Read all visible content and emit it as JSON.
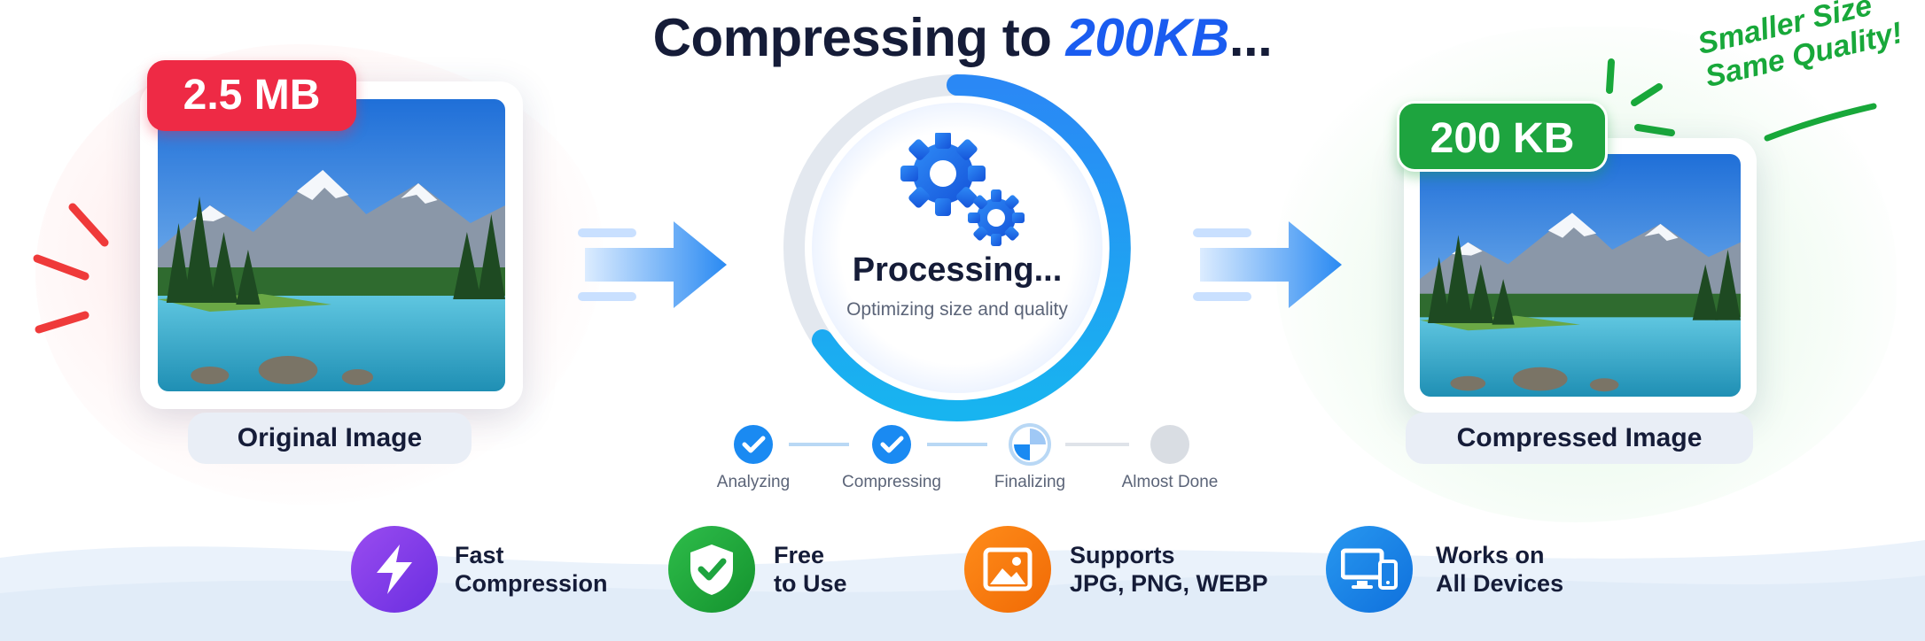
{
  "title": {
    "prefix": "Compressing to",
    "target": "200KB",
    "suffix": "..."
  },
  "original": {
    "size_badge": "2.5 MB",
    "caption": "Original Image"
  },
  "compressed": {
    "size_badge": "200 KB",
    "caption": "Compressed Image"
  },
  "processing": {
    "title": "Processing...",
    "subtitle": "Optimizing size and quality"
  },
  "note": {
    "line1": "Smaller Size",
    "line2": "Same Quality!"
  },
  "steps": [
    {
      "label": "Analyzing",
      "state": "done"
    },
    {
      "label": "Compressing",
      "state": "done"
    },
    {
      "label": "Finalizing",
      "state": "in-progress"
    },
    {
      "label": "Almost Done",
      "state": "pending"
    }
  ],
  "features": [
    {
      "line1": "Fast",
      "line2": "Compression",
      "icon": "lightning-icon",
      "color": "#7c3aed"
    },
    {
      "line1": "Free",
      "line2": "to Use",
      "icon": "shield-check-icon",
      "color": "#22a83c"
    },
    {
      "line1": "Supports",
      "line2": "JPG, PNG, WEBP",
      "icon": "image-icon",
      "color": "#f57c0a"
    },
    {
      "line1": "Works on",
      "line2": "All Devices",
      "icon": "devices-icon",
      "color": "#1a82e6"
    }
  ],
  "colors": {
    "accent_blue": "#1a5cf0",
    "badge_red": "#ee2a45",
    "badge_green": "#1ea43f",
    "ring_blue": "#1a9af0",
    "note_green": "#18a83a"
  }
}
